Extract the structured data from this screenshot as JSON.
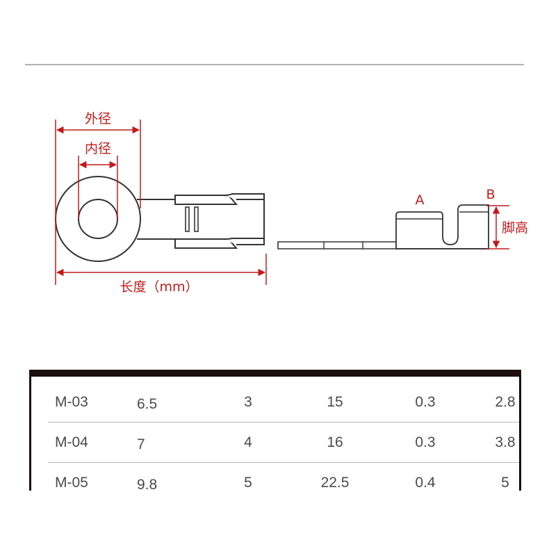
{
  "diagram": {
    "labels": {
      "outer_diameter": "外径",
      "inner_diameter": "内径",
      "length": "长度（mm）",
      "point_a": "A",
      "point_b": "B",
      "foot_height": "脚高"
    },
    "colors": {
      "dimension": "#c11a1a",
      "outline": "#333333",
      "rule": "#999999"
    }
  },
  "table": {
    "rows": [
      [
        "M-03",
        "6.5",
        "3",
        "15",
        "0.3",
        "2.8"
      ],
      [
        "M-04",
        "7",
        "4",
        "16",
        "0.3",
        "3.8"
      ],
      [
        "M-05",
        "9.8",
        "5",
        "22.5",
        "0.4",
        "5"
      ]
    ]
  }
}
